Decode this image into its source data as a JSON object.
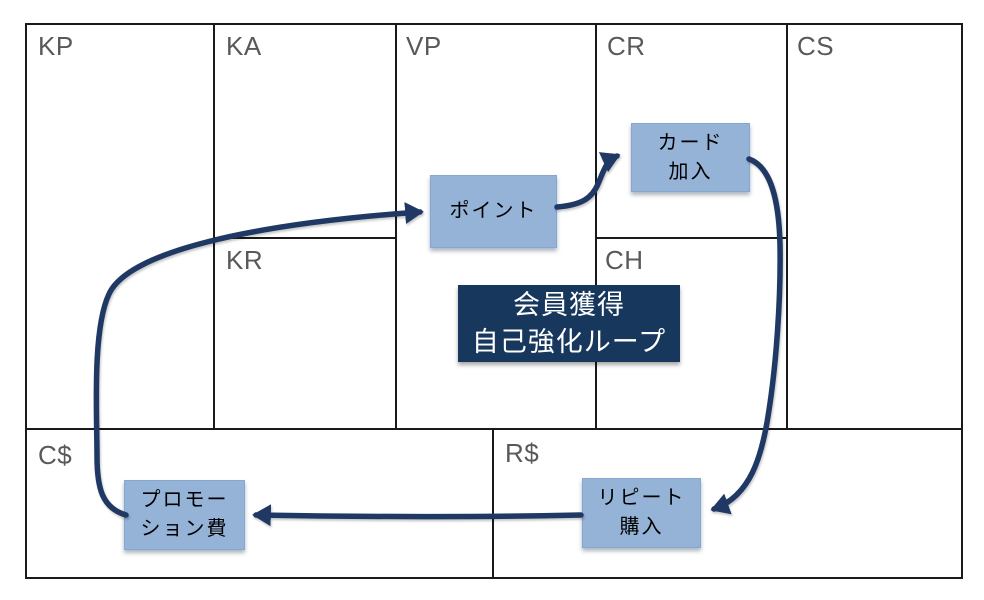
{
  "canvas": {
    "cells": [
      {
        "id": "kp",
        "label": "KP"
      },
      {
        "id": "ka",
        "label": "KA"
      },
      {
        "id": "vp",
        "label": "VP"
      },
      {
        "id": "cr",
        "label": "CR"
      },
      {
        "id": "cs",
        "label": "CS"
      },
      {
        "id": "kr",
        "label": "KR"
      },
      {
        "id": "ch",
        "label": "CH"
      },
      {
        "id": "cost",
        "label": "C$"
      },
      {
        "id": "revenue",
        "label": "R$"
      }
    ]
  },
  "nodes": {
    "points": {
      "line1": "ポイント",
      "line2": ""
    },
    "card_join": {
      "line1": "カード",
      "line2": "加入"
    },
    "repeat_purchase": {
      "line1": "リピート",
      "line2": "購入"
    },
    "promotion_cost": {
      "line1": "プロモー",
      "line2": "ション費"
    }
  },
  "loop_label": {
    "line1": "会員獲得",
    "line2": "自己強化ループ"
  },
  "colors": {
    "grid": "#1a1a1a",
    "cell_label": "#595959",
    "node_fill": "#95b3d7",
    "node_edge": "#87a7cf",
    "node_text": "#000000",
    "loop_bg": "#17375d",
    "arrow": "#1f3864"
  }
}
